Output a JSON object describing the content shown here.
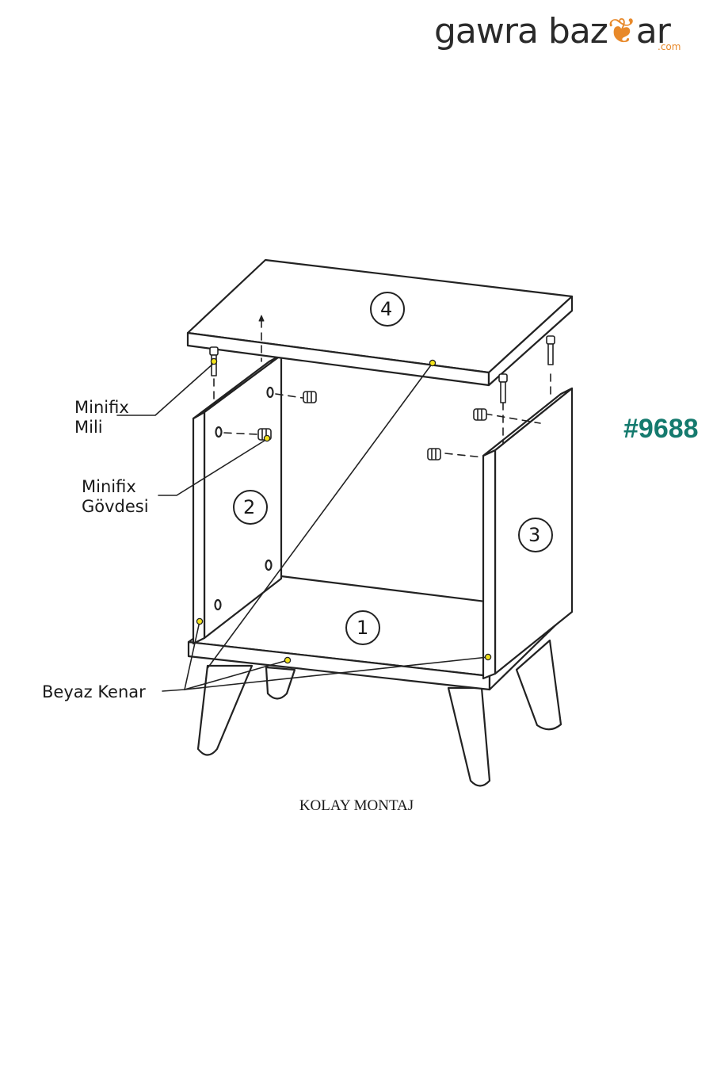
{
  "logo": {
    "text": "gawra baz",
    "suffix": "ar",
    "domain": ".com",
    "brand_color": "#e8892a"
  },
  "product_code": {
    "text": "#9688",
    "color": "#157a6e"
  },
  "labels": {
    "minifix_mili": [
      "Minifix",
      "Mili"
    ],
    "minifix_govdesi": [
      "Minifix",
      "Gövdesi"
    ],
    "beyaz_kenar": "Beyaz Kenar"
  },
  "parts": [
    "1",
    "2",
    "3",
    "4"
  ],
  "caption": "KOLAY MONTAJ",
  "colors": {
    "line": "#222222",
    "dot": "#f2e21a"
  }
}
